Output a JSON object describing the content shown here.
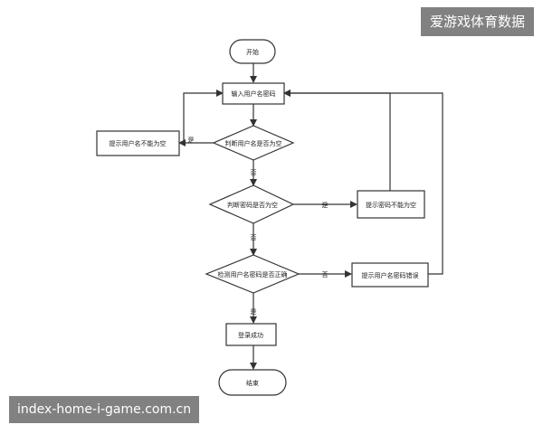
{
  "watermarks": {
    "top_right": "爱游戏体育数据",
    "bottom_left": "index-home-i-game.com.cn"
  },
  "nodes": {
    "start": "开始",
    "input": "输入用户名密码",
    "check_username": "判断用户名是否为空",
    "msg_username_empty": "提示用户名不能为空",
    "check_password": "判断密码是否为空",
    "msg_password_empty": "提示密码不能为空",
    "verify": "检测用户名密码是否正确",
    "msg_wrong": "提示用户名密码错误",
    "success": "登录成功",
    "end": "结束"
  },
  "edge_labels": {
    "username_yes": "是",
    "username_no": "否",
    "password_yes": "是",
    "password_no": "否",
    "verify_no": "否",
    "verify_yes": "是"
  }
}
